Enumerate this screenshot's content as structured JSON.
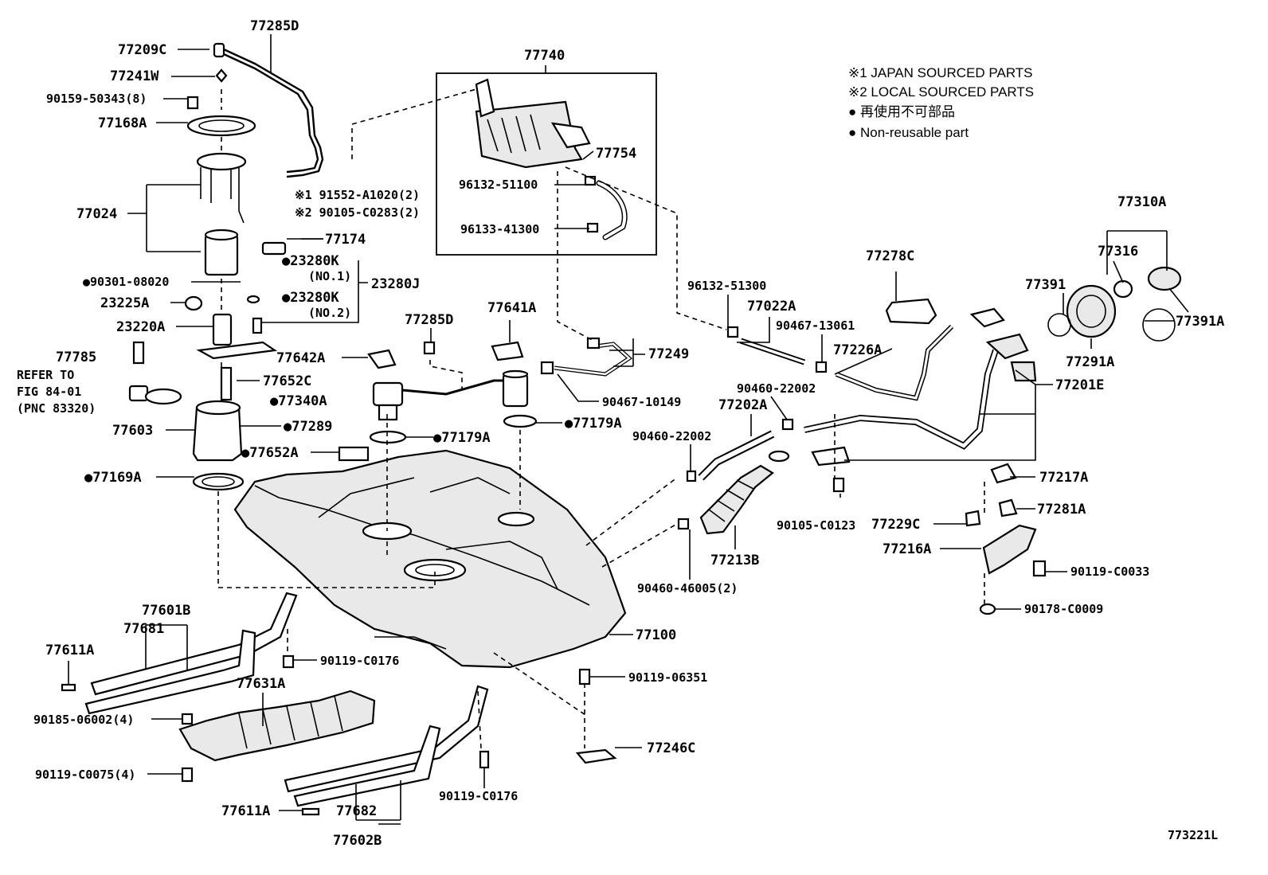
{
  "legend": {
    "note1": "※1 JAPAN SOURCED PARTS",
    "note2": "※2 LOCAL SOURCED PARTS",
    "note3": "● 再使用不可部品",
    "note4": "● Non-reusable part"
  },
  "figure_id": "773221L",
  "refer": {
    "line1": "REFER TO",
    "line2": "FIG 84-01",
    "line3": "(PNC 83320)"
  },
  "labels": [
    {
      "id": "p77285D_top",
      "text": "77285D"
    },
    {
      "id": "p77209C",
      "text": "77209C"
    },
    {
      "id": "p77241W",
      "text": "77241W"
    },
    {
      "id": "p90159",
      "text": "90159-50343(8)"
    },
    {
      "id": "p77168A",
      "text": "77168A"
    },
    {
      "id": "p77024",
      "text": "77024"
    },
    {
      "id": "p191552",
      "text": "※1 91552-A1020(2)"
    },
    {
      "id": "p290105",
      "text": "※2 90105-C0283(2)"
    },
    {
      "id": "p77174",
      "text": "77174"
    },
    {
      "id": "p90301",
      "text": "●90301-08020"
    },
    {
      "id": "p23280K1",
      "text": "●23280K"
    },
    {
      "id": "pNO1",
      "text": "(NO.1)"
    },
    {
      "id": "p23280J",
      "text": "23280J"
    },
    {
      "id": "p23225A",
      "text": "23225A"
    },
    {
      "id": "p23280K2",
      "text": "●23280K"
    },
    {
      "id": "pNO2",
      "text": "(NO.2)"
    },
    {
      "id": "p23220A",
      "text": "23220A"
    },
    {
      "id": "p77785",
      "text": "77785"
    },
    {
      "id": "p77652C",
      "text": "77652C"
    },
    {
      "id": "p77603",
      "text": "77603"
    },
    {
      "id": "p77289",
      "text": "●77289"
    },
    {
      "id": "p77652A",
      "text": "●77652A"
    },
    {
      "id": "p77169A",
      "text": "●77169A"
    },
    {
      "id": "p77740",
      "text": "77740"
    },
    {
      "id": "p77754",
      "text": "77754"
    },
    {
      "id": "p96132_511",
      "text": "96132-51100"
    },
    {
      "id": "p96133",
      "text": "96133-41300"
    },
    {
      "id": "p77285D_mid",
      "text": "77285D"
    },
    {
      "id": "p77641A",
      "text": "77641A"
    },
    {
      "id": "p77642A",
      "text": "77642A"
    },
    {
      "id": "p77249",
      "text": "77249"
    },
    {
      "id": "p77340A",
      "text": "●77340A"
    },
    {
      "id": "p90467_101",
      "text": "90467-10149"
    },
    {
      "id": "p77179A_l",
      "text": "●77179A"
    },
    {
      "id": "p77179A_r",
      "text": "●77179A"
    },
    {
      "id": "p96132_513",
      "text": "96132-51300"
    },
    {
      "id": "p77022A",
      "text": "77022A"
    },
    {
      "id": "p90467_130",
      "text": "90467-13061"
    },
    {
      "id": "p77278C",
      "text": "77278C"
    },
    {
      "id": "p77226A",
      "text": "77226A"
    },
    {
      "id": "p77391_top",
      "text": "77391"
    },
    {
      "id": "p77310A",
      "text": "77310A"
    },
    {
      "id": "p77316",
      "text": "77316"
    },
    {
      "id": "p77391A",
      "text": "77391A"
    },
    {
      "id": "p77291A",
      "text": "77291A"
    },
    {
      "id": "p77201E",
      "text": "77201E"
    },
    {
      "id": "p90460_a",
      "text": "90460-22002"
    },
    {
      "id": "p77202A",
      "text": "77202A"
    },
    {
      "id": "p90460_b",
      "text": "90460-22002"
    },
    {
      "id": "p77217A",
      "text": "77217A"
    },
    {
      "id": "p77281A",
      "text": "77281A"
    },
    {
      "id": "p90105",
      "text": "90105-C0123"
    },
    {
      "id": "p77229C",
      "text": "77229C"
    },
    {
      "id": "p77216A",
      "text": "77216A"
    },
    {
      "id": "p77213B",
      "text": "77213B"
    },
    {
      "id": "p90119_C0033",
      "text": "90119-C0033"
    },
    {
      "id": "p90460_46",
      "text": "90460-46005(2)"
    },
    {
      "id": "p90178",
      "text": "90178-C0009"
    },
    {
      "id": "p77100",
      "text": "77100"
    },
    {
      "id": "p77601B",
      "text": "77601B"
    },
    {
      "id": "p77681",
      "text": "77681"
    },
    {
      "id": "p77611A_top",
      "text": "77611A"
    },
    {
      "id": "p90119_C0176_a",
      "text": "90119-C0176"
    },
    {
      "id": "p90119_06351",
      "text": "90119-06351"
    },
    {
      "id": "p77631A",
      "text": "77631A"
    },
    {
      "id": "p90185",
      "text": "90185-06002(4)"
    },
    {
      "id": "p77246C",
      "text": "77246C"
    },
    {
      "id": "p90119_C0075",
      "text": "90119-C0075(4)"
    },
    {
      "id": "p90119_C0176_b",
      "text": "90119-C0176"
    },
    {
      "id": "p77611A_bot",
      "text": "77611A"
    },
    {
      "id": "p77682",
      "text": "77682"
    },
    {
      "id": "p77602B",
      "text": "77602B"
    }
  ]
}
